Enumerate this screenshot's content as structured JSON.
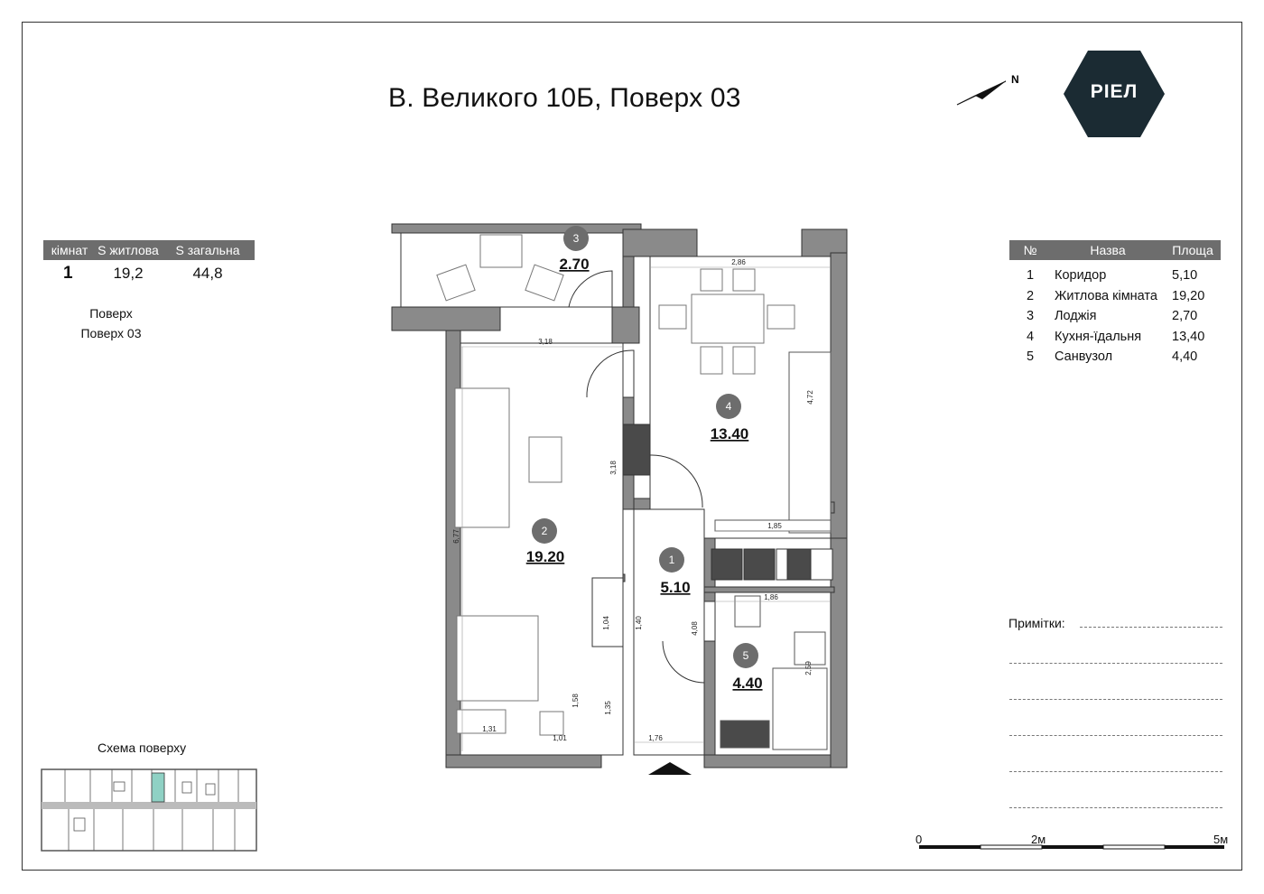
{
  "title": "В. Великого 10Б, Поверх 03",
  "north_label": "N",
  "logo_text": "РІЕЛ",
  "summary": {
    "headers": [
      "кімнат",
      "S житлова",
      "S загальна"
    ],
    "row": [
      "1",
      "19,2",
      "44,8"
    ],
    "floor_label": "Поверх",
    "floor_value": "Поверх 03"
  },
  "rooms_table": {
    "headers": [
      "№",
      "Назва",
      "Площа"
    ],
    "rows": [
      {
        "no": "1",
        "name": "Коридор",
        "area": "5,10"
      },
      {
        "no": "2",
        "name": "Житлова кімната",
        "area": "19,20"
      },
      {
        "no": "3",
        "name": "Лоджія",
        "area": "2,70"
      },
      {
        "no": "4",
        "name": "Кухня-їдальня",
        "area": "13,40"
      },
      {
        "no": "5",
        "name": "Санвузол",
        "area": "4,40"
      }
    ]
  },
  "notes_label": "Примітки:",
  "scale": {
    "labels": [
      "0",
      "2м",
      "5м"
    ]
  },
  "scheme_label": "Схема поверху",
  "plan": {
    "rooms": [
      {
        "no": "1",
        "area": "5.10"
      },
      {
        "no": "2",
        "area": "19.20"
      },
      {
        "no": "3",
        "area": "2.70"
      },
      {
        "no": "4",
        "area": "13.40"
      },
      {
        "no": "5",
        "area": "4.40"
      }
    ],
    "dimensions": [
      "3,18",
      "2,86",
      "4,72",
      "3,18",
      "6,77",
      "1,85",
      "1,86",
      "1,04",
      "1,40",
      "4,08",
      "2,59",
      "1,58",
      "1,35",
      "1,31",
      "1,01",
      "1,76"
    ]
  },
  "colors": {
    "wall": "#8a8a8a",
    "logo": "#1b2b33",
    "header": "#6d6d6d",
    "highlight": "#8fd1c4"
  }
}
